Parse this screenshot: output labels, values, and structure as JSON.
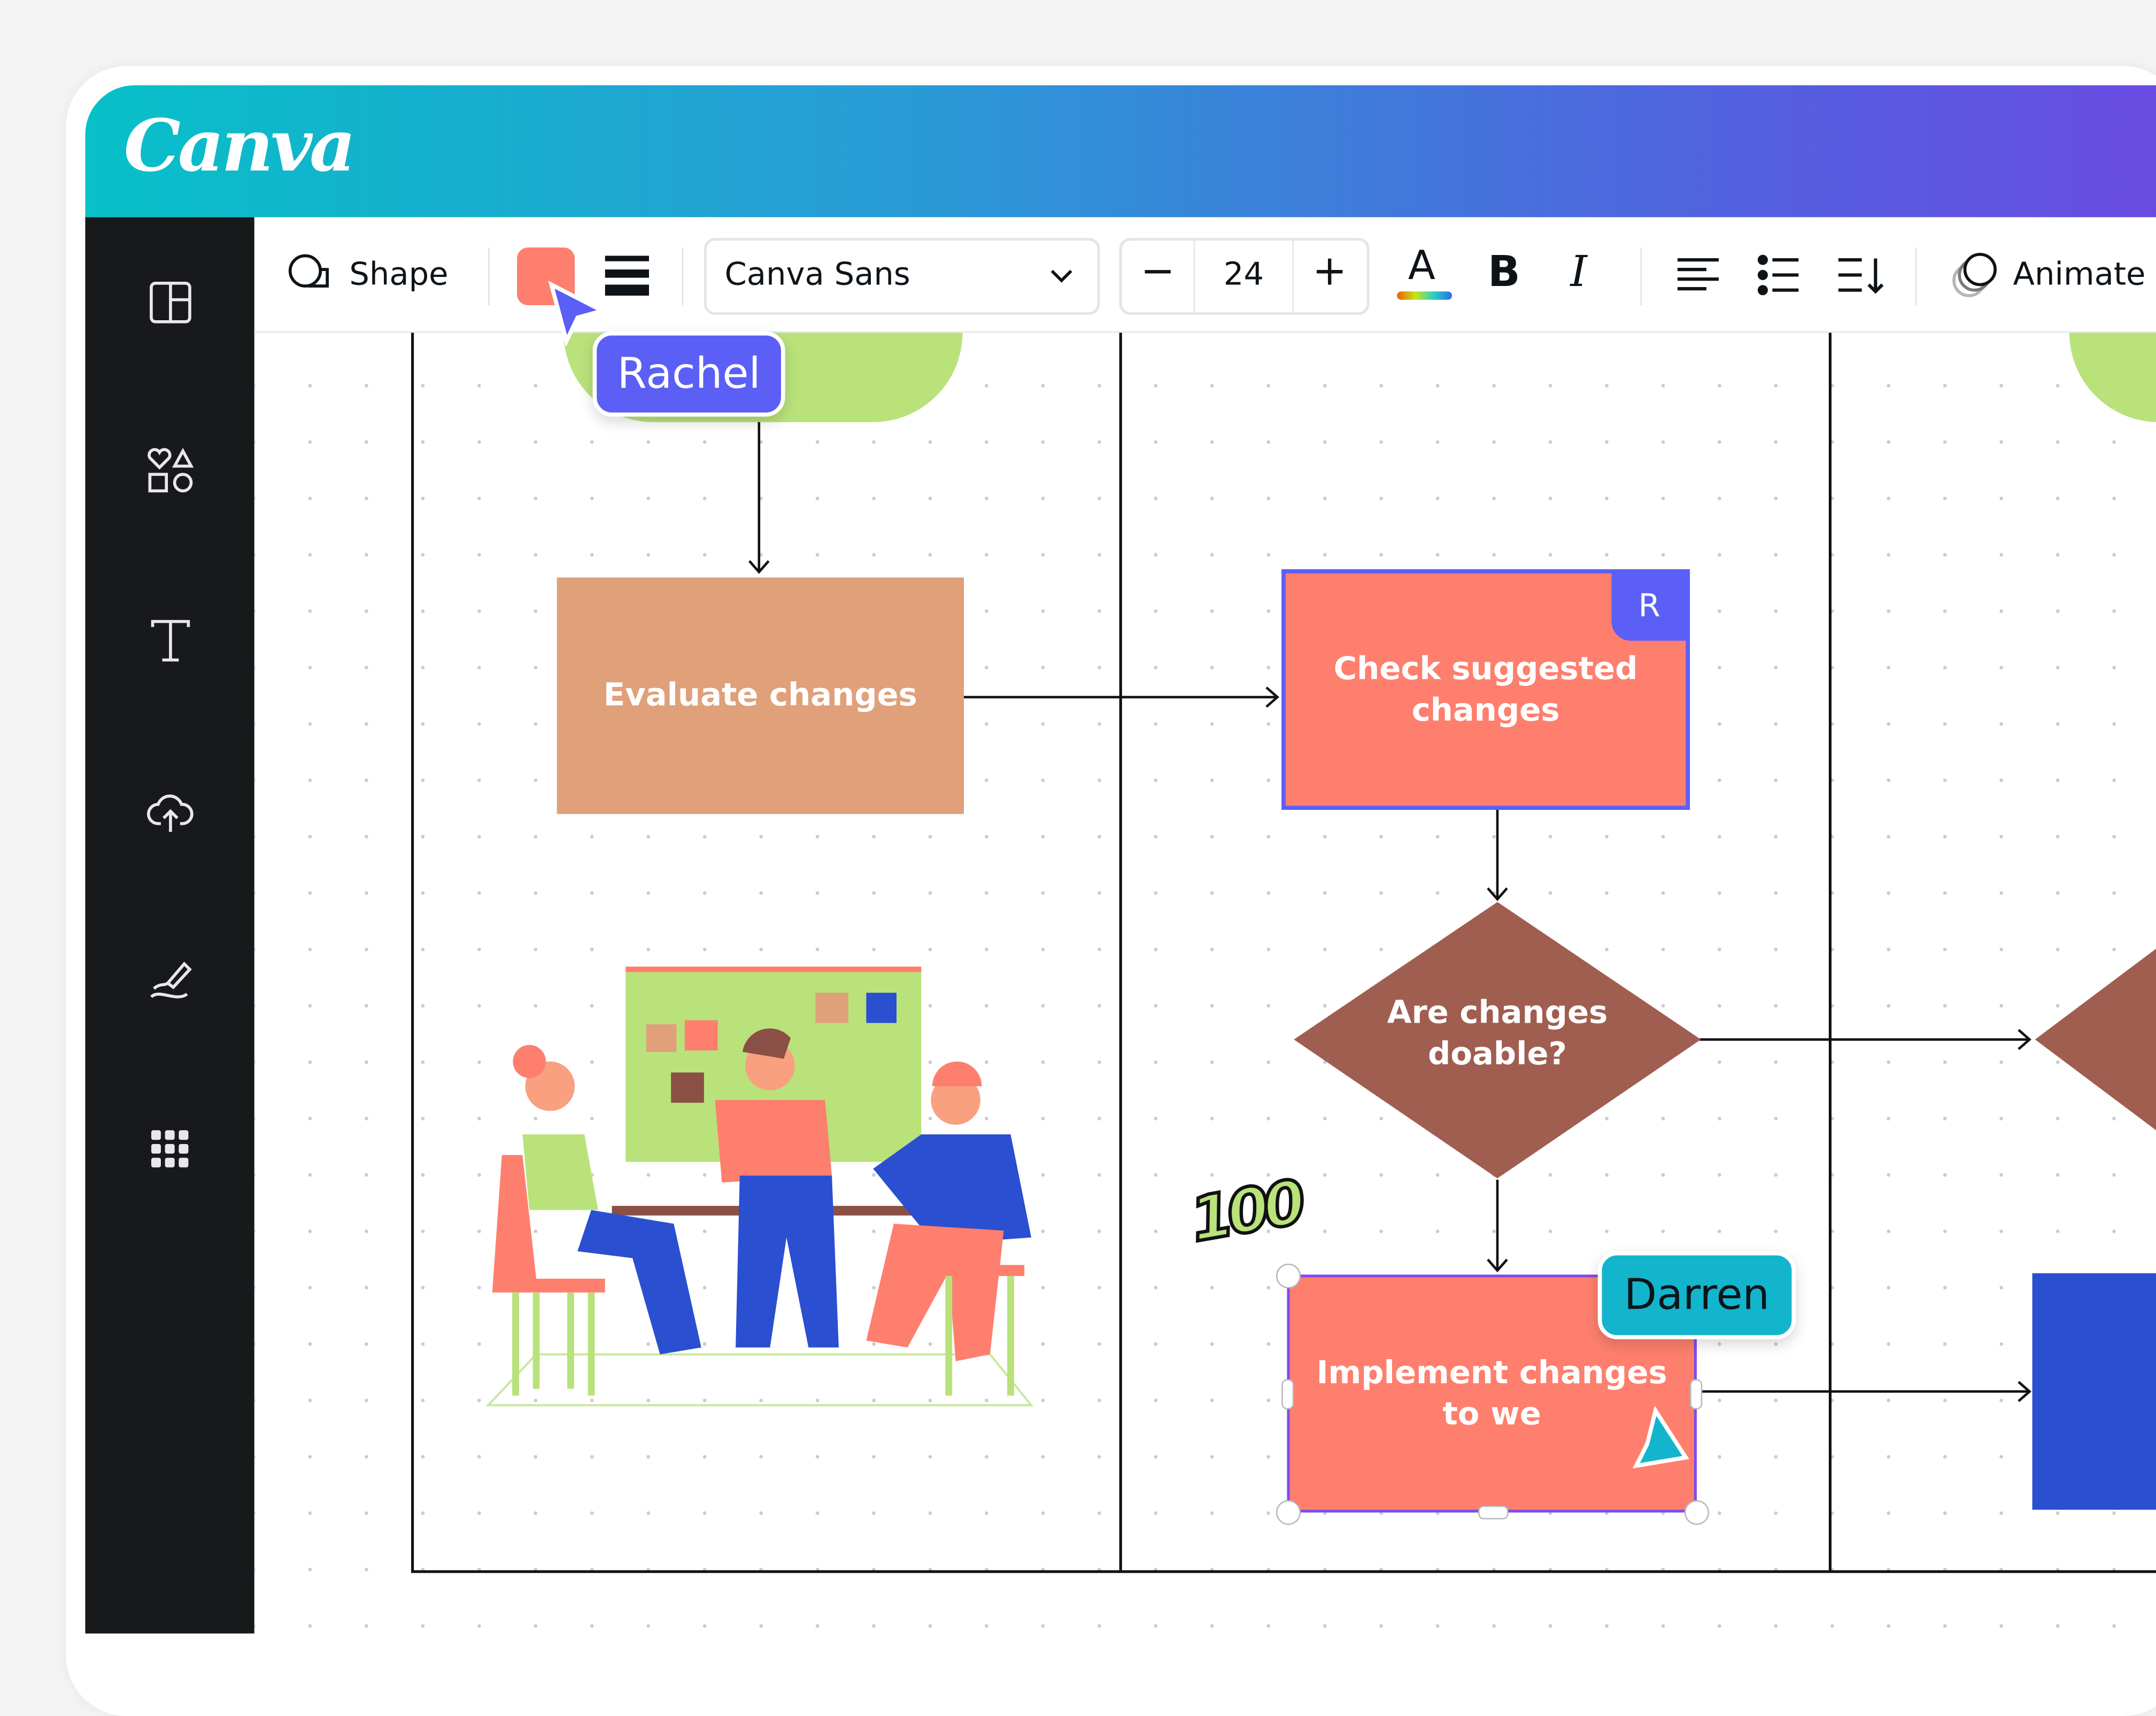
{
  "app": {
    "logo": "Canva"
  },
  "sidebar": {
    "items": [
      {
        "name": "templates",
        "icon": "layout-icon"
      },
      {
        "name": "elements",
        "icon": "shapes-icon"
      },
      {
        "name": "text",
        "icon": "text-icon"
      },
      {
        "name": "uploads",
        "icon": "cloud-upload-icon"
      },
      {
        "name": "draw",
        "icon": "draw-icon"
      },
      {
        "name": "apps",
        "icon": "apps-grid-icon"
      }
    ]
  },
  "toolbar": {
    "shape_label": "Shape",
    "fill_color": "#fe7f6e",
    "font": "Canva Sans",
    "font_size": "24",
    "decrease": "−",
    "increase": "+",
    "text_color_glyph": "A",
    "bold_glyph": "B",
    "italic_glyph": "I",
    "animate_label": "Animate"
  },
  "canvas": {
    "nodes": {
      "evaluate": "Evaluate changes",
      "check_line1": "Check suggested",
      "check_line2": "changes",
      "check_badge": "R",
      "decision_line1": "Are changes",
      "decision_line2": "doable?",
      "implement_line1": "Implement changes",
      "implement_line2": "to we"
    },
    "sticker": "100",
    "collaborators": [
      {
        "name": "Rachel",
        "color": "#5b5ff6"
      },
      {
        "name": "Darren",
        "color": "#12b5cb"
      }
    ]
  },
  "colors": {
    "evaluate": "#dfa07a",
    "check": "#fe7f6e",
    "decision": "#a05e50",
    "implement": "#fe7f6e",
    "blue_node": "#2a4fd0",
    "pill": "#b9e27b",
    "selection": "#7d4cf0"
  }
}
